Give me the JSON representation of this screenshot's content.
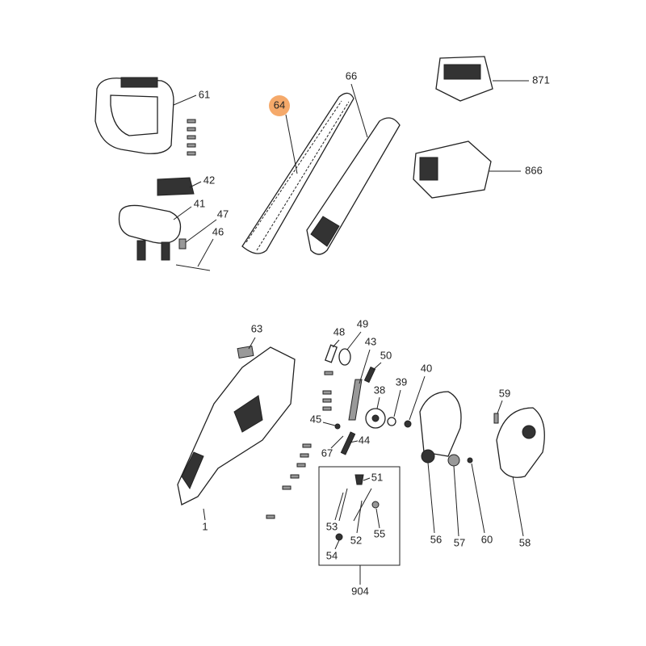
{
  "diagram": {
    "highlight_color": "#f5a96a",
    "highlighted_part": "64",
    "parts": {
      "p61": "61",
      "p64": "64",
      "p66": "66",
      "p871": "871",
      "p866": "866",
      "p42": "42",
      "p41": "41",
      "p47": "47",
      "p46": "46",
      "p63": "63",
      "p48": "48",
      "p49": "49",
      "p43": "43",
      "p50": "50",
      "p39": "39",
      "p40": "40",
      "p38": "38",
      "p59": "59",
      "p45": "45",
      "p67": "67",
      "p44": "44",
      "p51": "51",
      "p53": "53",
      "p52": "52",
      "p55": "55",
      "p54": "54",
      "p904": "904",
      "p56": "56",
      "p57": "57",
      "p60": "60",
      "p58": "58",
      "p1": "1"
    }
  }
}
